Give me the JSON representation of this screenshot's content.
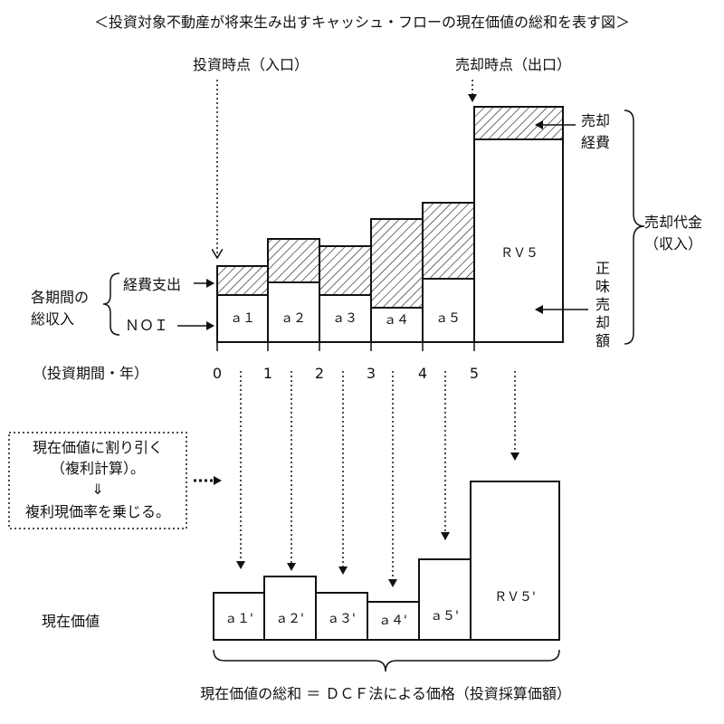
{
  "title": "＜投資対象不動産が将来生み出すキャッシュ・フローの現在価値の総和を表す図＞",
  "entry_label": "投資時点（入口）",
  "exit_label": "売却時点（出口）",
  "selling_expense_label": [
    "売却",
    "経費"
  ],
  "sale_price_label": [
    "売却代金",
    "（収入）"
  ],
  "net_sale_label": [
    "正",
    "味",
    "売",
    "却",
    "額"
  ],
  "rv_label": "ＲＶ５",
  "expense_label": "経費支出",
  "income_label": [
    "各期間の",
    "総収入"
  ],
  "noi_label": "ＮＯＩ",
  "period_label": "（投資期間・年）",
  "ticks": [
    "0",
    "1",
    "2",
    "3",
    "4",
    "5"
  ],
  "noi_boxes": [
    "ａ１",
    "ａ２",
    "ａ３",
    "ａ４",
    "ａ５"
  ],
  "note_lines": [
    "現在価値に割り引く",
    "（複利計算）。",
    "⇓",
    "複利現価率を乗じる。"
  ],
  "pv_label": "現在価値",
  "pv_boxes": [
    "ａ１'",
    "ａ２'",
    "ａ３'",
    "ａ４'",
    "ａ５'"
  ],
  "pv_rv_label": "ＲＶ５'",
  "bottom_formula": "現在価値の総和 ＝ ＤＣＦ法による価格（投資採算価額）"
}
